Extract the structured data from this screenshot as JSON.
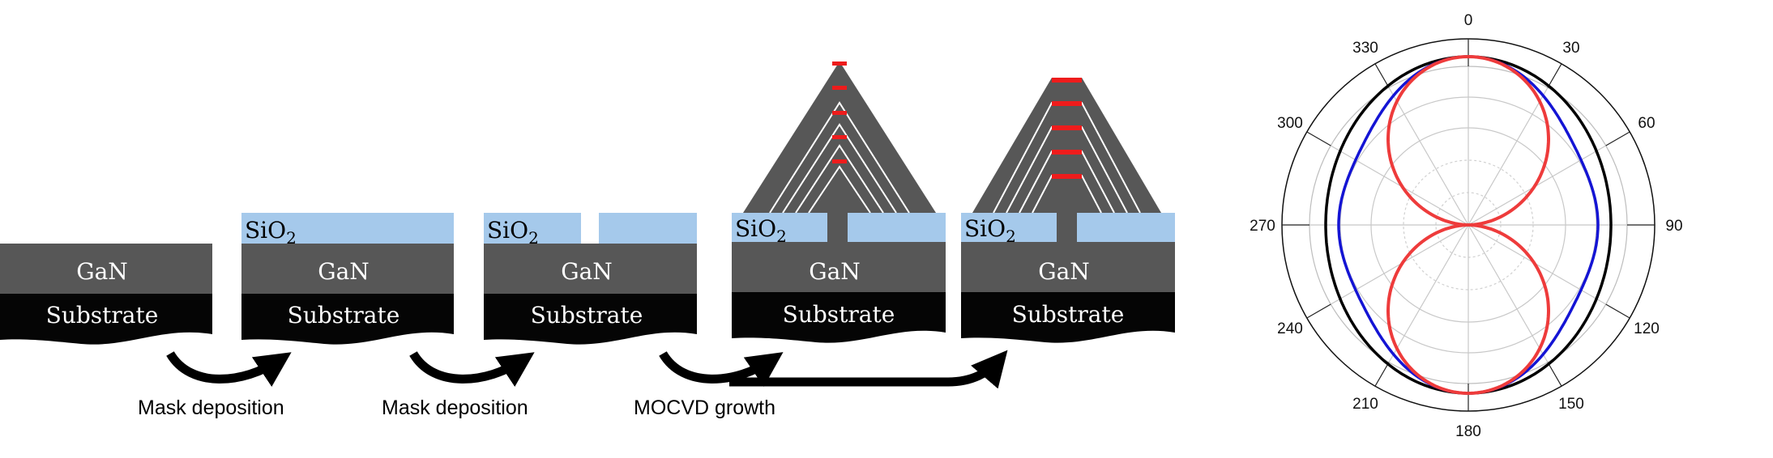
{
  "colors": {
    "gan": "#575757",
    "substrate": "#050505",
    "sio2": "#a5c9eb",
    "active": "#ee1c1c",
    "arrow": "#000000",
    "polar_black": "#000000",
    "polar_blue": "#1414d4",
    "polar_red": "#ee3b3b"
  },
  "steps": [
    {
      "gan_label": "GaN",
      "substrate_label": "Substrate"
    },
    {
      "gan_label": "GaN",
      "substrate_label": "Substrate",
      "mask_label": "SiO",
      "mask_sub": "2"
    },
    {
      "gan_label": "GaN",
      "substrate_label": "Substrate",
      "mask_label": "SiO",
      "mask_sub": "2"
    },
    {
      "gan_label": "GaN",
      "substrate_label": "Substrate",
      "mask_label": "SiO",
      "mask_sub": "2"
    },
    {
      "gan_label": "GaN",
      "substrate_label": "Substrate",
      "mask_label": "SiO",
      "mask_sub": "2"
    }
  ],
  "process_labels": [
    "Mask deposition",
    "Mask deposition",
    "MOCVD growth"
  ],
  "polar": {
    "angle_labels": [
      "0",
      "30",
      "60",
      "90",
      "120",
      "150",
      "180",
      "210",
      "240",
      "270",
      "300",
      "330"
    ]
  }
}
